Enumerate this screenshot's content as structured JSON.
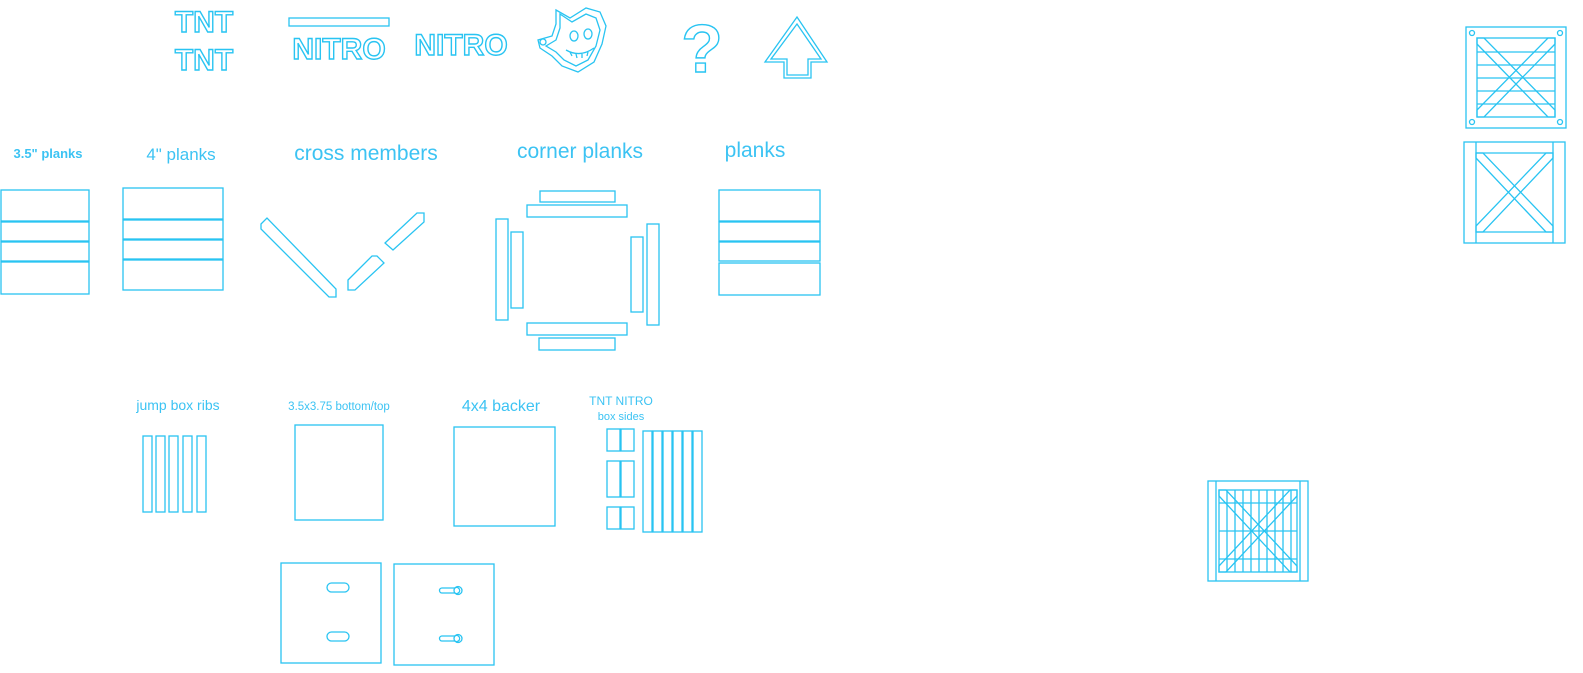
{
  "colors": {
    "background": "#ffffff",
    "outline": "#29c4f2",
    "label": "#3cc3f3"
  },
  "icons": {
    "tnt_logo": "TNT TNT",
    "nitro_logo_framed": "NITRO",
    "nitro_logo": "NITRO",
    "mascot": "crash-bandicoot-face-icon",
    "question_mark": "?",
    "arrow": "up-arrow-icon"
  },
  "labels": {
    "planks_3_5": "3.5\" planks",
    "planks_4": "4\" planks",
    "cross_members": "cross members",
    "corner_planks": "corner planks",
    "planks": "planks",
    "jump_box_ribs": "jump box ribs",
    "bottom_top": "3.5x3.75 bottom/top",
    "backer": "4x4 backer",
    "tnt_nitro_line1": "TNT NITRO",
    "tnt_nitro_line2": "box sides"
  }
}
